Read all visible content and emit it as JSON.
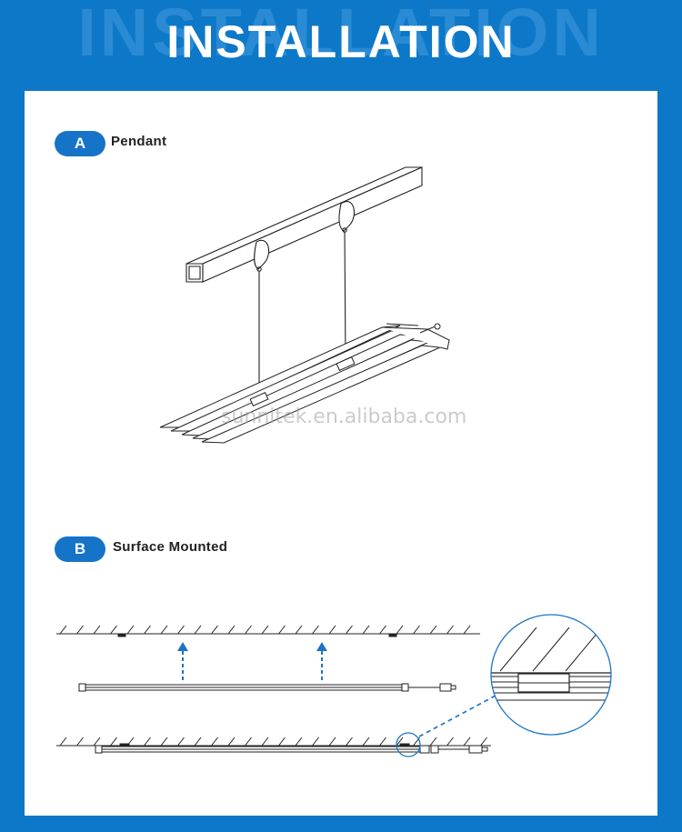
{
  "header": {
    "title": "INSTALLATION",
    "ghost_title": "INSTALLATION"
  },
  "sections": [
    {
      "badge": "A",
      "label": "Pendant"
    },
    {
      "badge": "B",
      "label": "Surface Mounted"
    }
  ],
  "watermark": "sunnitek.en.alibaba.com",
  "colors": {
    "background": "#0d78c8",
    "badge": "#1574c7",
    "arrow": "#1c75c4",
    "line": "#222222"
  }
}
